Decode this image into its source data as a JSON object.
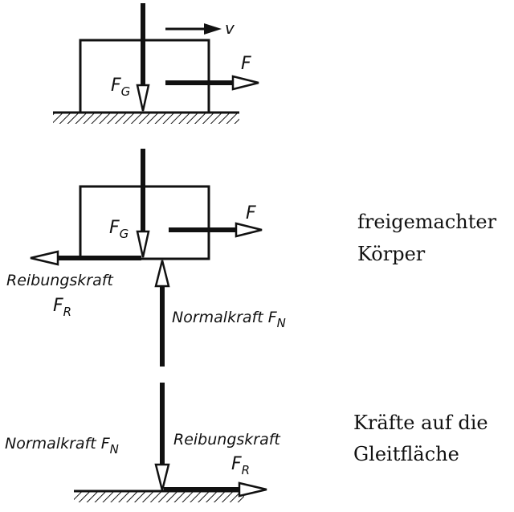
{
  "panel_top": {
    "velocity_label": "v",
    "force_label": "F",
    "weight_label_main": "F",
    "weight_label_sub": "G"
  },
  "panel_middle": {
    "force_label": "F",
    "weight_label_main": "F",
    "weight_label_sub": "G",
    "friction_label": "Reibungskraft",
    "friction_symbol_main": "F",
    "friction_symbol_sub": "R",
    "normal_label": "Normalkraft F",
    "normal_label_sub": "N",
    "caption_line1": "freigemachter",
    "caption_line2": "Körper"
  },
  "panel_bottom": {
    "normal_label": "Normalkraft F",
    "normal_label_sub": "N",
    "friction_label": "Reibungskraft",
    "friction_symbol_main": "F",
    "friction_symbol_sub": "R",
    "caption_line1": "Kräfte auf die",
    "caption_line2": "Gleitfläche"
  }
}
